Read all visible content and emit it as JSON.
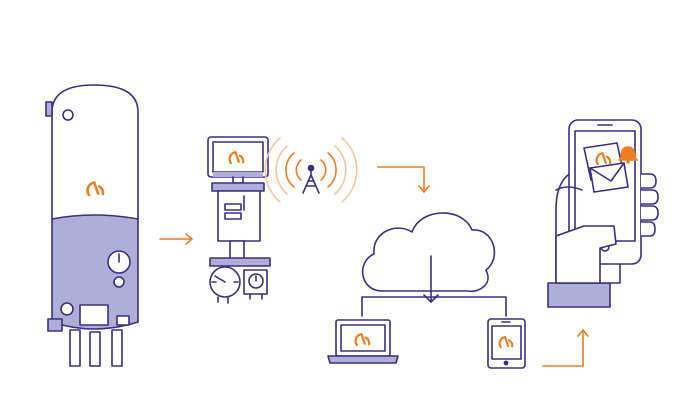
{
  "colors": {
    "outline": "#3b2e86",
    "fill": "#aeaed6",
    "accent": "#ef7d22",
    "accent_light": "#f7c79d",
    "background": "#ffffff"
  },
  "nodes": [
    {
      "id": "tank",
      "icon": "storage-tank-icon",
      "has_logo": true
    },
    {
      "id": "monitor",
      "icon": "monitoring-device-icon",
      "has_logo": true
    },
    {
      "id": "antenna",
      "icon": "radio-antenna-icon"
    },
    {
      "id": "cloud",
      "icon": "cloud-icon"
    },
    {
      "id": "laptop",
      "icon": "laptop-icon",
      "has_logo": true
    },
    {
      "id": "tablet",
      "icon": "tablet-icon",
      "has_logo": true
    },
    {
      "id": "phone",
      "icon": "smartphone-in-hand-icon",
      "has_logo": true
    },
    {
      "id": "notification",
      "icon": "email-notification-icon"
    },
    {
      "id": "bell",
      "icon": "bell-icon"
    }
  ],
  "flow": [
    {
      "from": "tank",
      "to": "monitor",
      "icon": "arrow-right-icon"
    },
    {
      "from": "antenna",
      "to": "cloud",
      "icon": "arrow-down-icon"
    },
    {
      "from": "cloud",
      "to": "laptop",
      "icon": "arrow-down-icon"
    },
    {
      "from": "cloud",
      "to": "tablet",
      "icon": "arrow-down-icon"
    },
    {
      "from": "tablet",
      "to": "phone",
      "icon": "arrow-up-icon"
    }
  ]
}
